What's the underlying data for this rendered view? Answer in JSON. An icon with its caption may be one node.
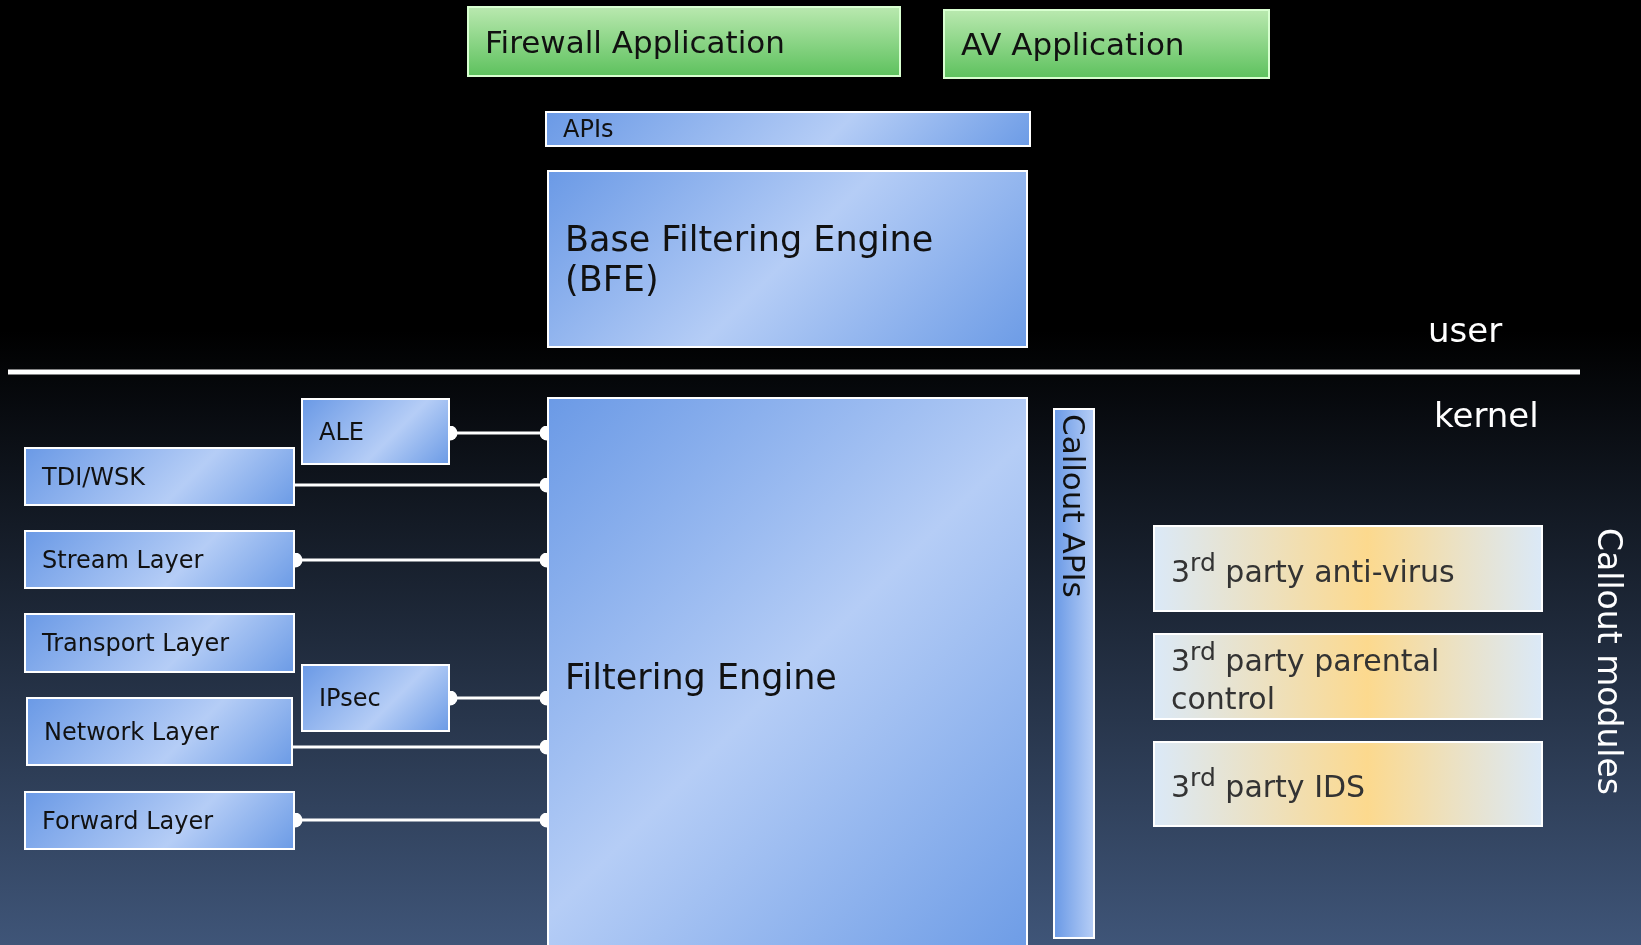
{
  "diagram": {
    "nodes": [
      {
        "text": [
          "Firewall Application"
        ]
      },
      {
        "text": [
          "AV Application"
        ]
      },
      {
        "text": [
          "APIs"
        ]
      },
      {
        "text": [
          "Base Filtering Engine (BFE)"
        ]
      },
      {
        "text": [
          "ALE"
        ]
      },
      {
        "text": [
          "TDI/WSK"
        ]
      },
      {
        "text": [
          "Stream Layer"
        ]
      },
      {
        "text": [
          "Transport Layer"
        ]
      },
      {
        "text": [
          "IPsec"
        ]
      },
      {
        "text": [
          "Network Layer"
        ]
      },
      {
        "text": [
          "Forward Layer"
        ]
      },
      {
        "text": [
          "Filtering Engine"
        ]
      },
      {
        "text": [
          "Callout APIs"
        ]
      },
      {
        "text": [
          "3$^{rd}$ party anti-virus"
        ]
      },
      {
        "text": [
          "3$^{rd}$ party parental control"
        ]
      },
      {
        "text": [
          "3$^{rd}$ party IDS"
        ]
      }
    ],
    "edges": [
      {
        "from": 4,
        "to": 11,
        "arrow": "other"
      },
      {
        "from": 5,
        "to": 11,
        "arrow": "other"
      },
      {
        "from": 6,
        "to": 11,
        "arrow": "other"
      },
      {
        "from": 8,
        "to": 11,
        "arrow": "other"
      },
      {
        "from": 9,
        "to": 11,
        "arrow": "other"
      },
      {
        "from": 10,
        "to": 11,
        "arrow": "other"
      }
    ],
    "labels": [
      "user",
      "kernel",
      "Callout modules"
    ]
  }
}
